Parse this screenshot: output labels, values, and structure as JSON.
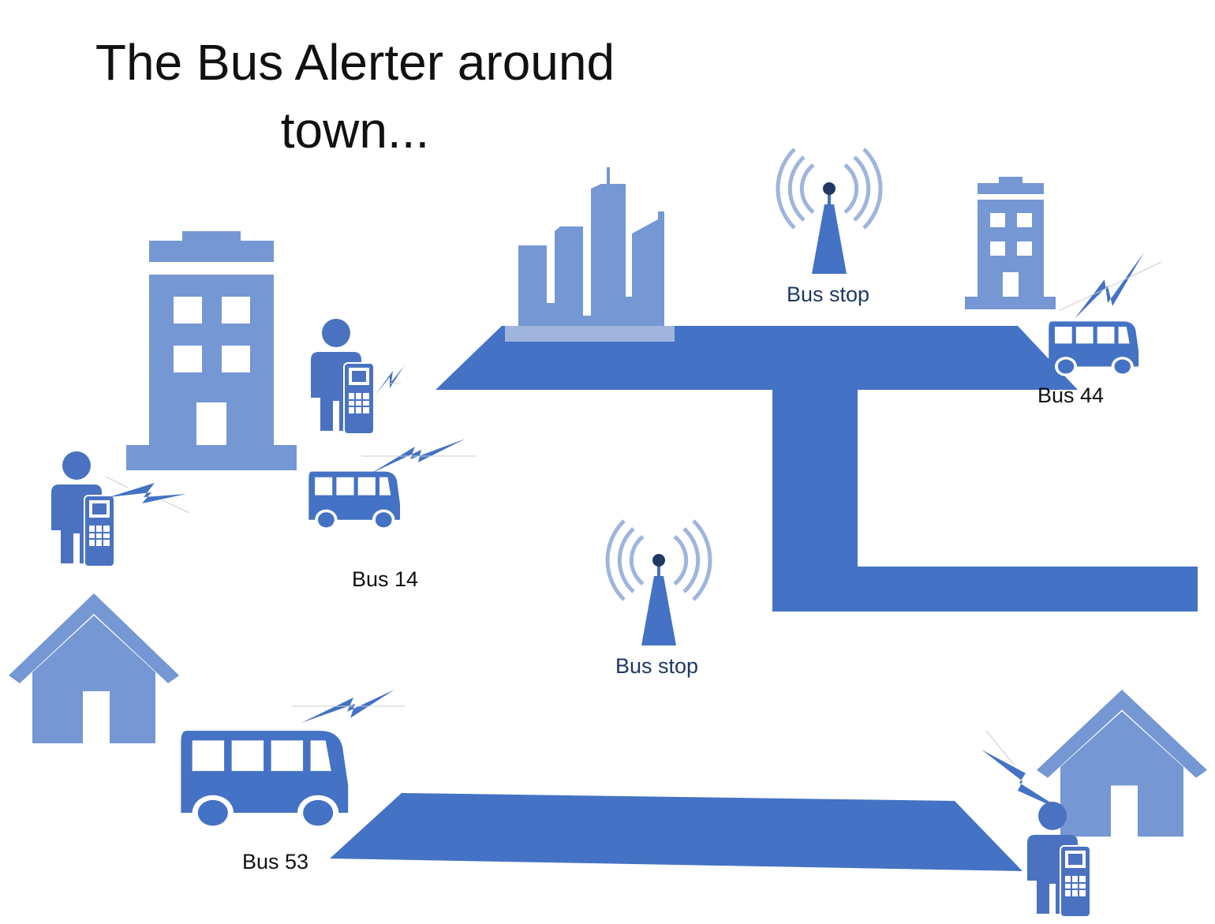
{
  "title": "The Bus Alerter around town...",
  "labels": {
    "stop_top": "Bus stop",
    "stop_middle": "Bus stop",
    "bus_14": "Bus 14",
    "bus_44": "Bus 44",
    "bus_53": "Bus 53"
  },
  "colors": {
    "road": "#4472c4",
    "icon_light": "#7597d3",
    "icon_dark": "#4a72c0",
    "signal": "#9fb5de",
    "antenna_dot": "#1f3864"
  },
  "icons": [
    "office-building-icon",
    "skyscraper-icon",
    "radio-tower-icon",
    "house-icon",
    "person-with-phone-icon",
    "bus-icon",
    "lightning-bolt-icon"
  ]
}
